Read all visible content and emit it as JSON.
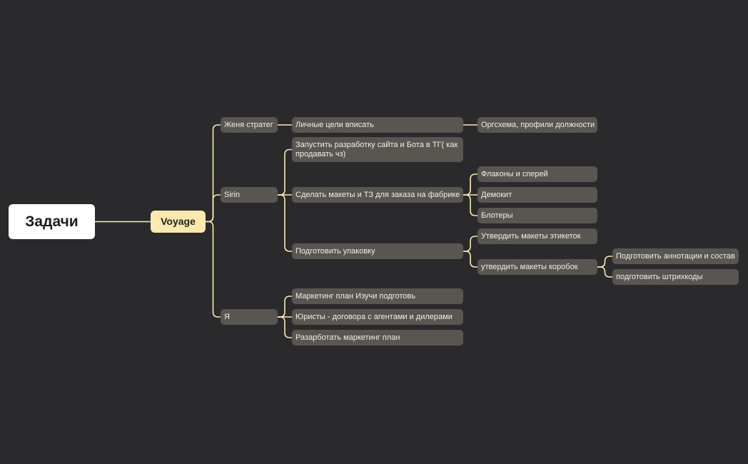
{
  "mindmap": {
    "root": "Задачи",
    "main": "Voyage",
    "branch_color": "#fde9ad",
    "node_color": "#595550",
    "branches": [
      {
        "label": "Женя стратег",
        "children": [
          {
            "label": "Личные цели вписать",
            "children": [
              {
                "label": "Оргсхема, профили должности"
              }
            ]
          }
        ]
      },
      {
        "label": "Sirin",
        "children": [
          {
            "label": "Запустить разработку сайта и Бота в ТГ( как продавать чз)"
          },
          {
            "label": "Сделать макеты и ТЗ для заказа на фабрике",
            "children": [
              {
                "label": "Флаконы и сперей"
              },
              {
                "label": "Демокит"
              },
              {
                "label": "Блотеры"
              }
            ]
          },
          {
            "label": "Подготовить упаковку",
            "children": [
              {
                "label": "Утвердить макеты этикеток"
              },
              {
                "label": "утвердить макеты коробок",
                "children": [
                  {
                    "label": "Подготовить аннотации и состав"
                  },
                  {
                    "label": "подготовить штрихкоды"
                  }
                ]
              }
            ]
          }
        ]
      },
      {
        "label": "Я",
        "children": [
          {
            "label": "Маркетинг план Изучи подготовь"
          },
          {
            "label": "Юристы - договора с агентами и дилерами"
          },
          {
            "label": "Разарботать маркетинг план"
          }
        ]
      }
    ]
  }
}
